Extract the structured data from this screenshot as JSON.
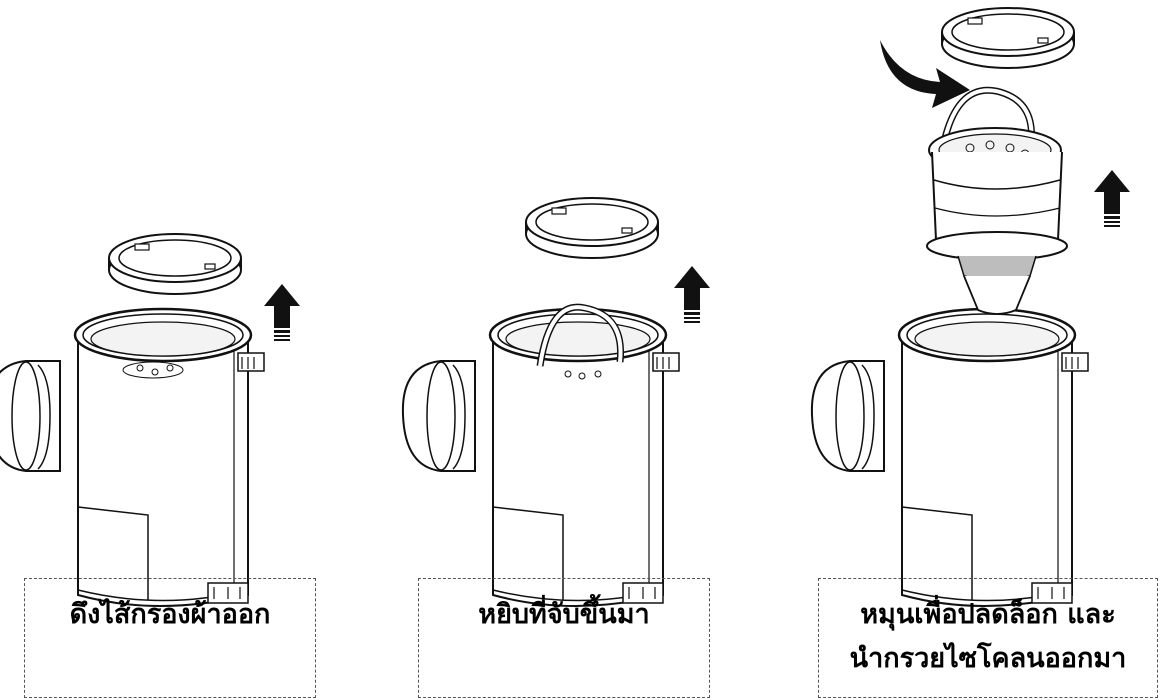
{
  "steps": [
    {
      "caption": [
        "ดึงไส้กรองผ้าออก"
      ]
    },
    {
      "caption": [
        "หยิบที่จับขึ้นมา"
      ]
    },
    {
      "caption": [
        "หมุนเพื่อปลดล็อก และ",
        "นำกรวยไซโคลนออกมา"
      ]
    }
  ]
}
